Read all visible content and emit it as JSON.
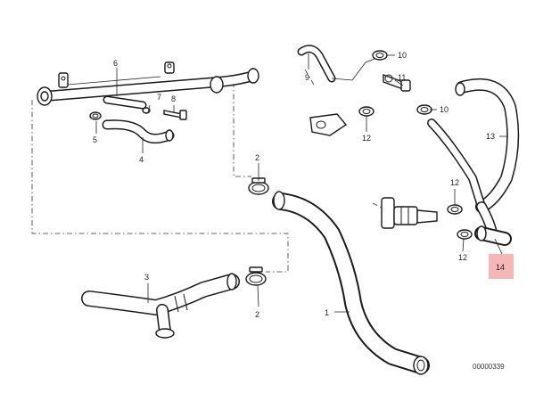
{
  "diagram": {
    "highlight_color": "#f4b6b6",
    "hose_fill_color": "#ffffff",
    "callouts": {
      "c1": "1",
      "c2a": "2",
      "c2b": "2",
      "c3": "3",
      "c4": "4",
      "c5": "5",
      "c6": "6",
      "c7": "7",
      "c8": "8",
      "c9": "9",
      "c10a": "10",
      "c10b": "10",
      "c11": "11",
      "c12a": "12",
      "c12b": "12",
      "c12c": "12",
      "c13": "13",
      "c14": "14"
    },
    "drawing_code": "00000339"
  }
}
